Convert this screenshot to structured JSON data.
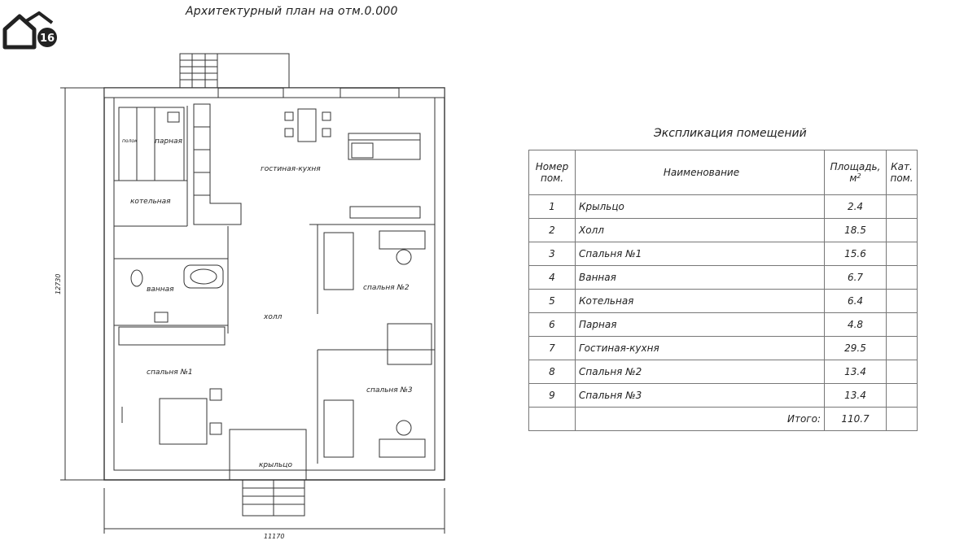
{
  "logo": {
    "badge": "16"
  },
  "plan": {
    "title": "Архитектурный план на отм.0.000",
    "rooms": {
      "parnaya": "парная",
      "polok": "полок",
      "kotelnaya": "котельная",
      "gostinaya": "гостиная-кухня",
      "vannaya": "ванная",
      "holl": "холл",
      "spalnya1": "спальня №1",
      "spalnya2": "спальня №2",
      "spalnya3": "спальня №3",
      "krylco": "крыльцо"
    },
    "dimensions": {
      "height": "12730",
      "width": "11170"
    }
  },
  "explication": {
    "title": "Экспликация помещений",
    "headers": {
      "num_line1": "Номер",
      "num_line2": "пом.",
      "name": "Наименование",
      "area_line1": "Площадь,",
      "area_line2": "м",
      "area_sup": "2",
      "cat_line1": "Кат.",
      "cat_line2": "пом."
    },
    "rows": [
      {
        "num": "1",
        "name": "Крыльцо",
        "area": "2.4"
      },
      {
        "num": "2",
        "name": "Холл",
        "area": "18.5"
      },
      {
        "num": "3",
        "name": "Спальня №1",
        "area": "15.6"
      },
      {
        "num": "4",
        "name": "Ванная",
        "area": "6.7"
      },
      {
        "num": "5",
        "name": "Котельная",
        "area": "6.4"
      },
      {
        "num": "6",
        "name": "Парная",
        "area": "4.8"
      },
      {
        "num": "7",
        "name": "Гостиная-кухня",
        "area": "29.5"
      },
      {
        "num": "8",
        "name": "Спальня №2",
        "area": "13.4"
      },
      {
        "num": "9",
        "name": "Спальня №3",
        "area": "13.4"
      }
    ],
    "total": {
      "label": "Итого:",
      "value": "110.7"
    }
  }
}
